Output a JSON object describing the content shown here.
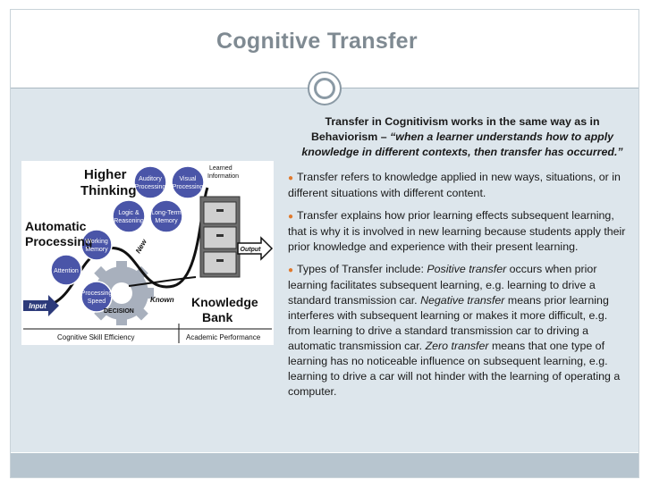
{
  "slide": {
    "title": "Cognitive Transfer",
    "intro_lead": "Transfer in Cognitivism works in the same way as in Behaviorism – ",
    "intro_quote": "“when a learner understands how to apply knowledge in different contexts, then transfer has occurred.”",
    "bullets": [
      {
        "text": "Transfer refers to knowledge applied in new ways, situations, or in different situations with different content."
      },
      {
        "text": "Transfer explains how prior learning effects subsequent learning, that is why it is involved in new learning because students apply their prior knowledge and experience with their present learning."
      }
    ],
    "types": {
      "lead": "Types of Transfer include: ",
      "positive_term": "Positive transfer",
      "positive_text": " occurs when prior learning facilitates subsequent  learning, e.g. learning to drive a standard transmission car. ",
      "negative_term": "Negative transfer",
      "negative_text": " means prior learning interferes  with subsequent learning or makes it more difficult, e.g. from learning to drive a standard transmission car to driving a automatic transmission car. ",
      "zero_term": "Zero transfer",
      "zero_text": " means that one type of learning has no noticeable influence on subsequent learning, e.g. learning to drive a car will not hinder with the learning of operating a computer."
    }
  },
  "diagram": {
    "higher": "Higher",
    "thinking": "Thinking",
    "automatic": "Automatic",
    "processing": "Processing",
    "auditory_1": "Auditory",
    "auditory_2": "Processing",
    "visual_1": "Visual",
    "visual_2": "Processing",
    "learned_1": "Learned",
    "learned_2": "Information",
    "logic_1": "Logic &",
    "logic_2": "Reasoning",
    "ltm_1": "Long-Term",
    "ltm_2": "Memory",
    "working_1": "Working",
    "working_2": "Memory",
    "attention": "Attention",
    "speed_1": "Processing",
    "speed_2": "Speed",
    "new": "New",
    "known": "Known",
    "decision": "DECISION",
    "input": "Input",
    "output": "Output",
    "knowledge": "Knowledge",
    "bank": "Bank",
    "cognitive_eff": "Cognitive Skill Efficiency",
    "academic": "Academic Performance"
  },
  "colors": {
    "title": "#7f8a92",
    "band": "#dde6ec",
    "bullet": "#e07a2e",
    "circle": "#4a55a8"
  }
}
